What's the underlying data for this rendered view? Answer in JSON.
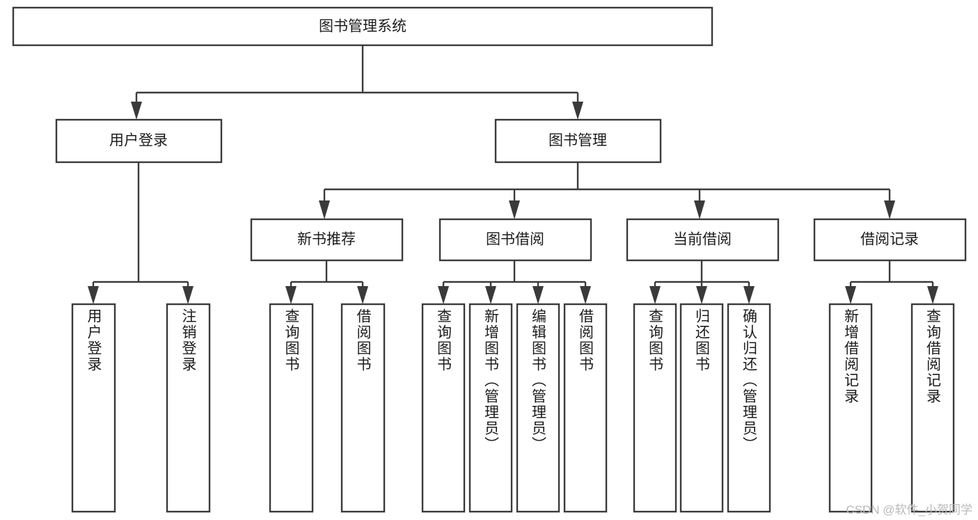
{
  "diagram": {
    "type": "tree",
    "title": "图书管理系统",
    "root": {
      "id": "root",
      "label": "图书管理系统",
      "orientation": "horizontal"
    },
    "level2": [
      {
        "id": "user-login",
        "label": "用户登录",
        "orientation": "horizontal"
      },
      {
        "id": "book-management",
        "label": "图书管理",
        "orientation": "horizontal"
      }
    ],
    "level3": [
      {
        "id": "new-book-recommend",
        "label": "新书推荐",
        "orientation": "horizontal",
        "parent": "book-management"
      },
      {
        "id": "book-borrow",
        "label": "图书借阅",
        "orientation": "horizontal",
        "parent": "book-management"
      },
      {
        "id": "current-borrow",
        "label": "当前借阅",
        "orientation": "horizontal",
        "parent": "book-management"
      },
      {
        "id": "borrow-record",
        "label": "借阅记录",
        "orientation": "horizontal",
        "parent": "book-management"
      }
    ],
    "leaves": {
      "user-login": [
        {
          "id": "leaf-user-login",
          "label": "用户登录",
          "orientation": "vertical"
        },
        {
          "id": "leaf-logout",
          "label": "注销登录",
          "orientation": "vertical"
        }
      ],
      "new-book-recommend": [
        {
          "id": "leaf-query-book-1",
          "label": "查询图书",
          "orientation": "vertical"
        },
        {
          "id": "leaf-borrow-book-1",
          "label": "借阅图书",
          "orientation": "vertical"
        }
      ],
      "book-borrow": [
        {
          "id": "leaf-query-book-2",
          "label": "查询图书",
          "orientation": "vertical"
        },
        {
          "id": "leaf-add-book",
          "label": "新增图书（管理员）",
          "orientation": "vertical"
        },
        {
          "id": "leaf-edit-book",
          "label": "编辑图书（管理员）",
          "orientation": "vertical"
        },
        {
          "id": "leaf-borrow-book-2",
          "label": "借阅图书",
          "orientation": "vertical"
        }
      ],
      "current-borrow": [
        {
          "id": "leaf-query-book-3",
          "label": "查询图书",
          "orientation": "vertical"
        },
        {
          "id": "leaf-return-book",
          "label": "归还图书",
          "orientation": "vertical"
        },
        {
          "id": "leaf-confirm-return",
          "label": "确认归还（管理员）",
          "orientation": "vertical"
        }
      ],
      "borrow-record": [
        {
          "id": "leaf-add-record",
          "label": "新增借阅记录",
          "orientation": "vertical"
        },
        {
          "id": "leaf-query-record",
          "label": "查询借阅记录",
          "orientation": "vertical"
        }
      ]
    }
  },
  "watermark": {
    "text": "CSDN @软件_小贺同学"
  },
  "colors": {
    "stroke": "#3a3a3a",
    "box_fill": "#ffffff",
    "text": "#1c1c1c",
    "background": "#ffffff",
    "watermark": "#b9b9b9"
  }
}
